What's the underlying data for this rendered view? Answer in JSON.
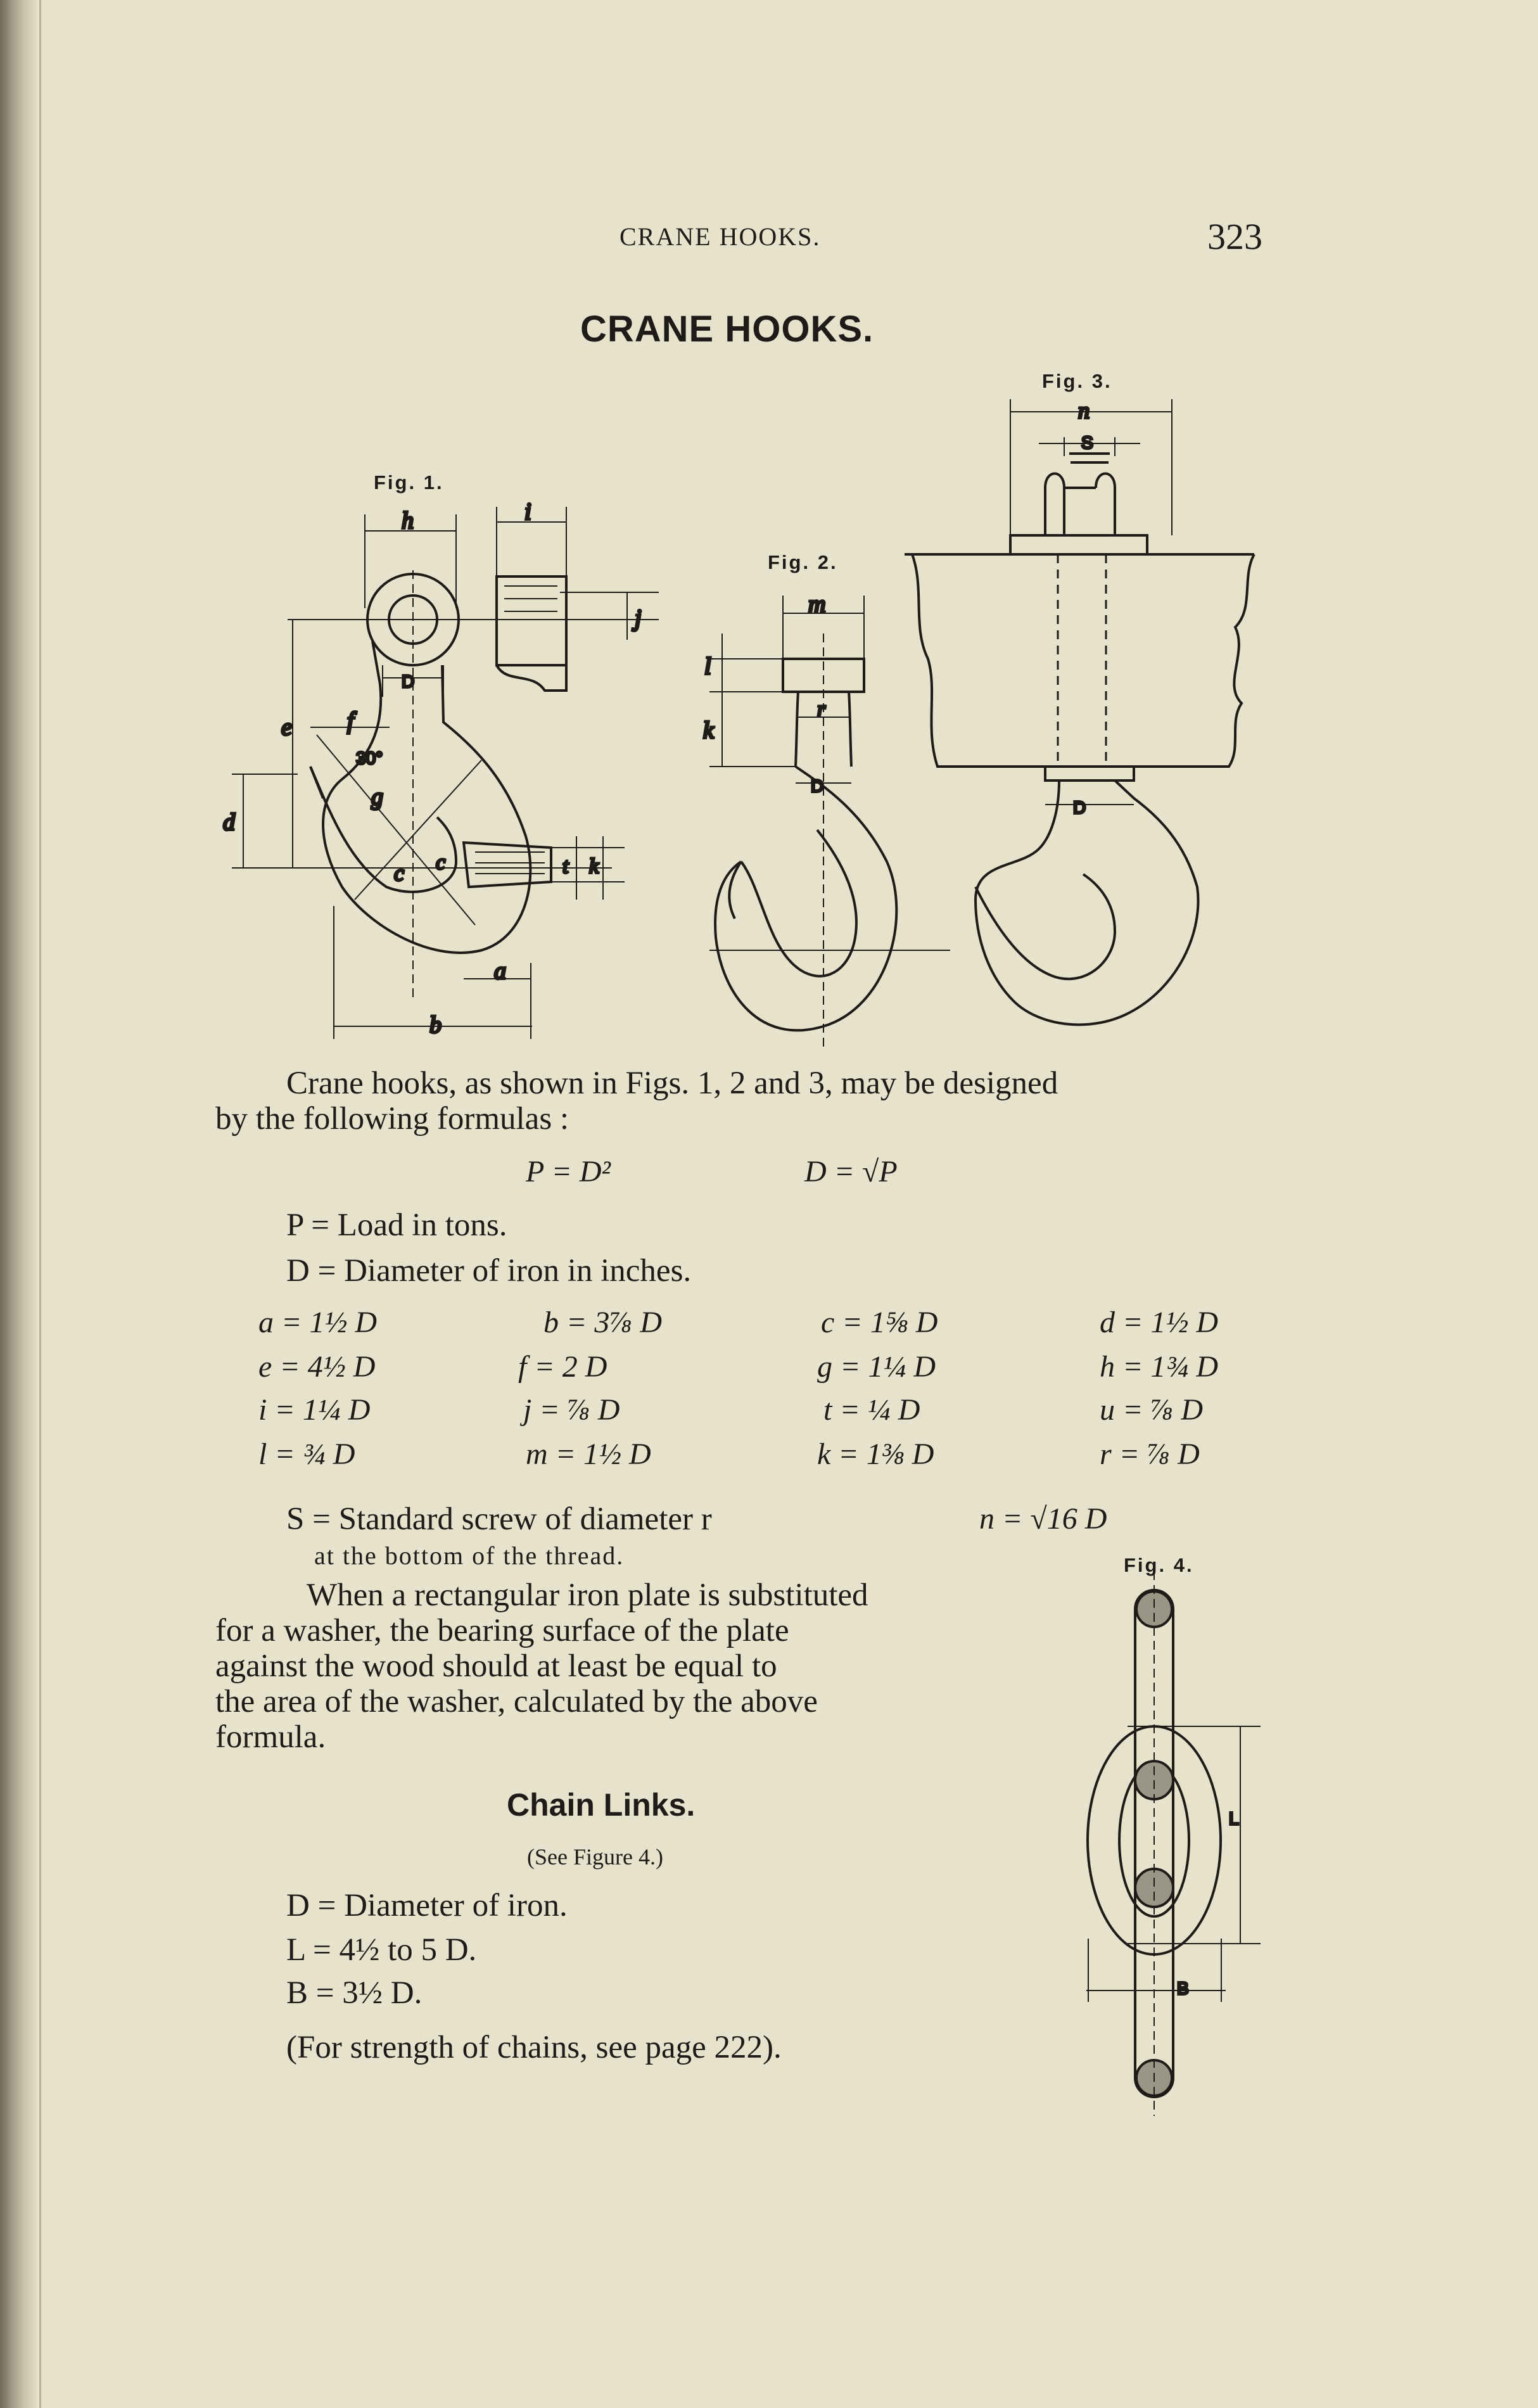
{
  "header": {
    "running_title": "CRANE HOOKS.",
    "page_number": "323"
  },
  "title": "CRANE HOOKS.",
  "figures": {
    "fig1": {
      "label": "Fig. 1.",
      "dims": [
        "h",
        "i",
        "j",
        "D",
        "e",
        "f",
        "30°",
        "g",
        "d",
        "c",
        "c",
        "t",
        "k",
        "a",
        "b"
      ]
    },
    "fig2": {
      "label": "Fig. 2.",
      "dims": [
        "m",
        "l",
        "r",
        "k",
        "D"
      ]
    },
    "fig3": {
      "label": "Fig. 3.",
      "dims": [
        "n",
        "S",
        "D"
      ]
    },
    "fig4": {
      "label": "Fig. 4.",
      "dims": [
        "L",
        "B"
      ]
    }
  },
  "intro": {
    "line1": "Crane hooks, as shown in Figs. 1, 2 and 3, may be designed",
    "line2": "by the following formulas :"
  },
  "main_formulas": {
    "p": "P = D²",
    "d": "D = √P"
  },
  "definitions": {
    "p": "P = Load in tons.",
    "d": "D = Diameter of iron in inches."
  },
  "table": [
    [
      "a = 1½ D",
      "b = 3⅞ D",
      "c = 1⅝ D",
      "d = 1½ D"
    ],
    [
      "e = 4½ D",
      "f = 2 D",
      "g = 1¼ D",
      "h = 1¾ D"
    ],
    [
      "i = 1¼ D",
      "j = ⅞ D",
      "t = ¼ D",
      "u = ⅞ D"
    ],
    [
      "l = ¾ D",
      "m = 1½ D",
      "k = 1⅜ D",
      "r = ⅞ D"
    ]
  ],
  "screw": {
    "line1": "S = Standard screw of diameter r",
    "n_formula": "n = √16 D",
    "line2": "at the bottom of the thread."
  },
  "washer_paragraph": [
    "When a rectangular iron plate is substituted",
    "for a washer, the bearing surface of the plate",
    "against the wood should at least be equal to",
    "the area of the washer, calculated by the above",
    "formula."
  ],
  "chain_links": {
    "heading": "Chain Links.",
    "see": "(See Figure 4.)",
    "d": "D = Diameter of iron.",
    "l": "L = 4½ to 5 D.",
    "b": "B = 3½ D.",
    "note": "(For strength of chains, see page 222)."
  }
}
